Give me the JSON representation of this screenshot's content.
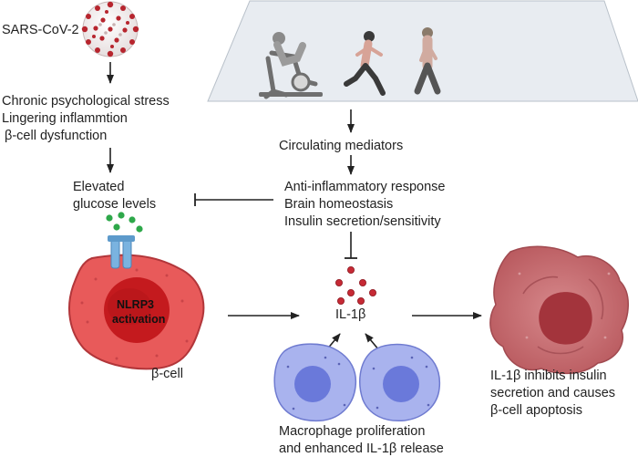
{
  "virus_label": "SARS-CoV-2",
  "stress_lines": [
    "Chronic psychological stress",
    "Lingering inflammtion",
    "β-cell dysfunction"
  ],
  "glucose_lines": [
    "Elevated",
    "glucose levels"
  ],
  "mediators_label": "Circulating mediators",
  "effects_lines": [
    "Anti-inflammatory response",
    "Brain homeostasis",
    "Insulin secretion/sensitivity"
  ],
  "nlrp3_lines": [
    "NLRP3",
    "activation"
  ],
  "beta_cell_label": "β-cell",
  "il1b_label": "IL-1β",
  "apoptosis_lines": [
    "IL-1β inhibits insulin",
    "secretion and causes",
    "β-cell apoptosis"
  ],
  "macrophage_lines": [
    "Macrophage proliferation",
    "and enhanced IL-1β release"
  ],
  "icons": [
    "virus-icon",
    "stationary-bike-icon",
    "runner-icon",
    "walker-icon",
    "glucose-transporter-icon",
    "macrophage-icon",
    "apoptotic-cell-icon"
  ],
  "colors": {
    "beta_cell": "#e85a5a",
    "nucleus": "#c41a1e",
    "macrophage": "#a9b3ee",
    "il1b_dots": "#c62a35",
    "glucose_dots": "#2ea84a",
    "apoptotic_cell": "#c26a6e"
  }
}
